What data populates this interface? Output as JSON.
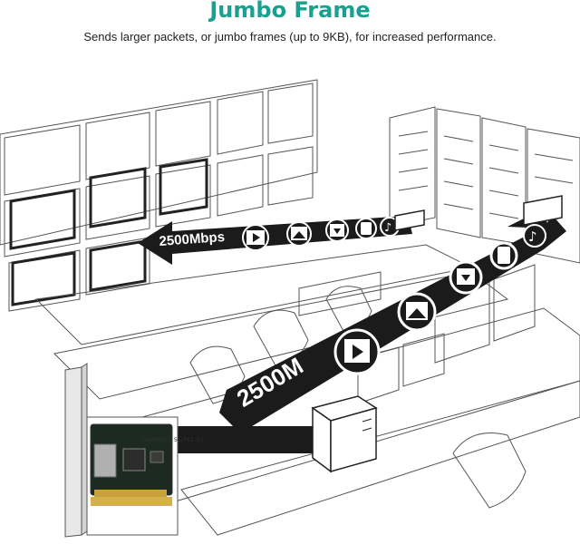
{
  "header": {
    "title": "Jumbo Frame",
    "subtitle": "Sends larger packets, or jumbo frames (up to 9KB), for increased performance."
  },
  "arrows": {
    "upper_label": "2500Mbps",
    "lower_label": "2500M"
  },
  "card": {
    "chip_label": "1000MPS&2.5G(PCI-E)"
  },
  "colors": {
    "accent": "#1aa08f",
    "arrow": "#1b1b1b",
    "line_art": "#444444"
  },
  "icons": [
    "film-icon",
    "image-icon",
    "download-icon",
    "mobile-icon",
    "music-icon"
  ]
}
